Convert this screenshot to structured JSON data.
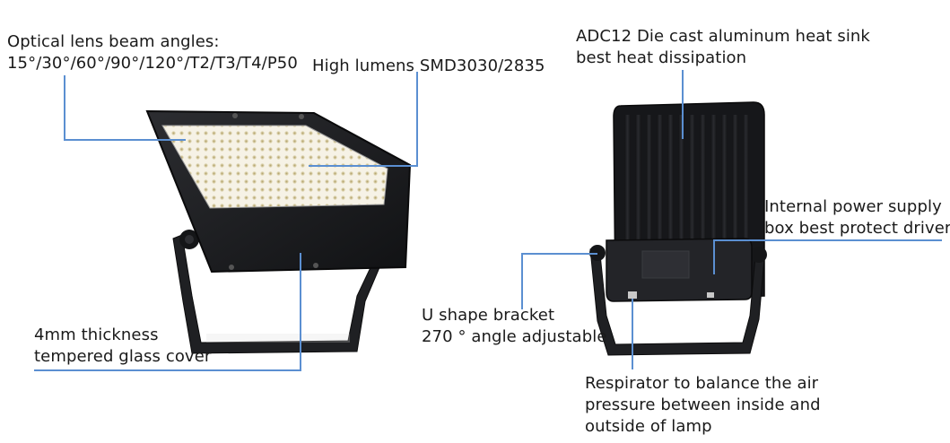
{
  "annotations": {
    "optical_lens": {
      "line1": "Optical lens beam angles:",
      "line2": "15°/30°/60°/90°/120°/T2/T3/T4/P50"
    },
    "high_lumens": {
      "line1": "High lumens SMD3030/2835"
    },
    "glass_cover": {
      "line1": "4mm thickness",
      "line2": "tempered glass cover"
    },
    "heat_sink": {
      "line1": "ADC12 Die cast aluminum heat sink",
      "line2": "best heat dissipation"
    },
    "power_box": {
      "line1": "Internal power supply",
      "line2": "box best protect driver"
    },
    "u_bracket": {
      "line1": "U shape bracket",
      "line2": "270 ° angle adjustable"
    },
    "respirator": {
      "line1": "Respirator to balance the air",
      "line2": "pressure between inside and",
      "line3": "outside of lamp"
    }
  },
  "colors": {
    "callout_line": "#5b8fd1",
    "housing": "#1c1d20",
    "lens_panel": "#f3efe4"
  }
}
